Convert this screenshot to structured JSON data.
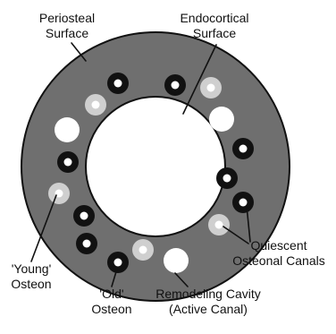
{
  "colors": {
    "ring_fill": "#6f6f6f",
    "ring_stroke": "#111111",
    "canal_white": "#ffffff",
    "light_osteon": "#cfcfcf",
    "dark_osteon": "#111111",
    "leader_line": "#111111"
  },
  "labels": {
    "periosteal": [
      "Periosteal",
      "Surface"
    ],
    "endocortical": [
      "Endocortical",
      "Surface"
    ],
    "young": [
      "'Young'",
      "Osteon"
    ],
    "old": [
      "'Old'",
      "Osteon"
    ],
    "remodeling": [
      "Remodeling Cavity",
      "(Active Canal)"
    ],
    "quiescent": [
      "Quiescent",
      "Osteonal Canals"
    ]
  },
  "osteon_types": {
    "dark": "old osteon",
    "light": "young osteon",
    "white": "remodeling cavity"
  }
}
